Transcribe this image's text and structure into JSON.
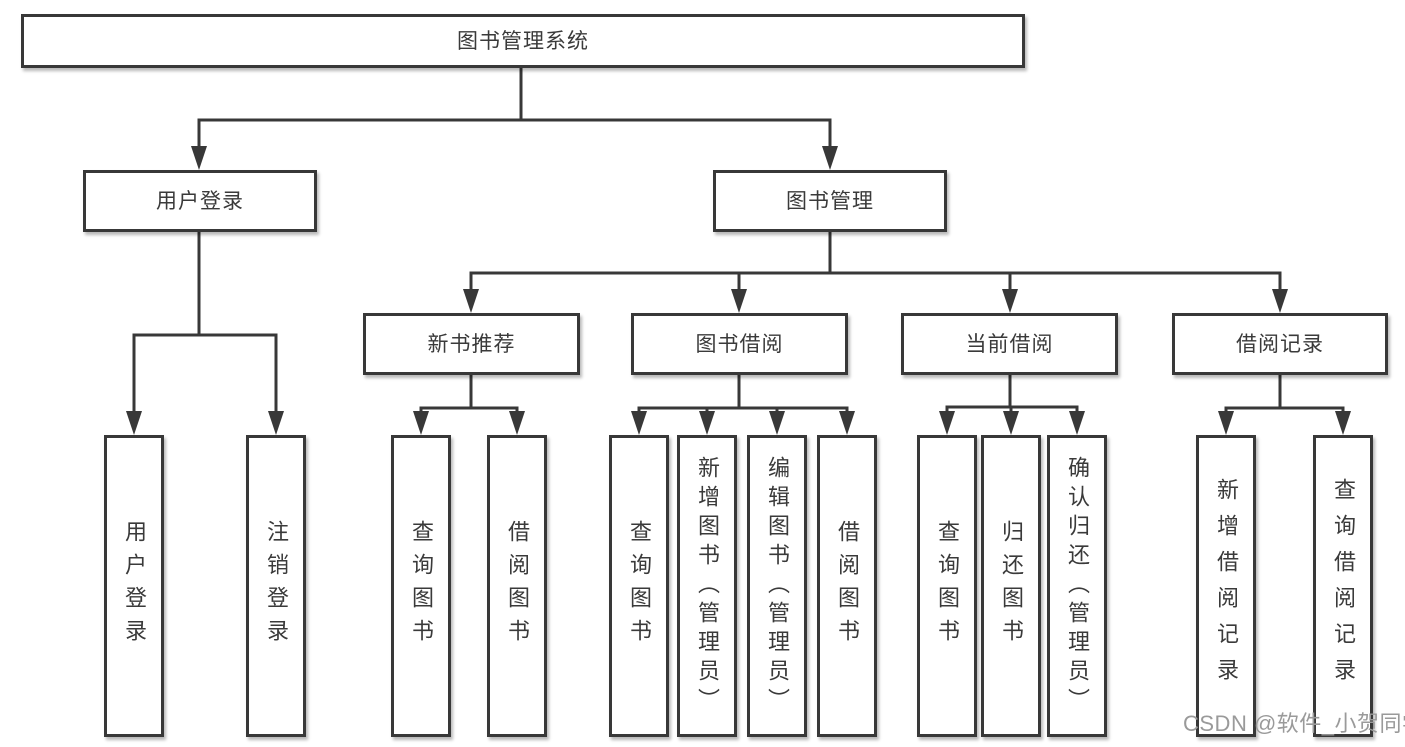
{
  "tree": {
    "root": {
      "label": "图书管理系统"
    },
    "branches": [
      {
        "label": "用户登录",
        "leaves": [
          {
            "label": "用户登录"
          },
          {
            "label": "注销登录"
          }
        ]
      },
      {
        "label": "图书管理",
        "sections": [
          {
            "label": "新书推荐",
            "leaves": [
              {
                "label": "查询图书"
              },
              {
                "label": "借阅图书"
              }
            ]
          },
          {
            "label": "图书借阅",
            "leaves": [
              {
                "label": "查询图书"
              },
              {
                "label": "新增图书（管理员）"
              },
              {
                "label": "编辑图书（管理员）"
              },
              {
                "label": "借阅图书"
              }
            ]
          },
          {
            "label": "当前借阅",
            "leaves": [
              {
                "label": "查询图书"
              },
              {
                "label": "归还图书"
              },
              {
                "label": "确认归还（管理员）"
              }
            ]
          },
          {
            "label": "借阅记录",
            "leaves": [
              {
                "label": "新增借阅记录"
              },
              {
                "label": "查询借阅记录"
              }
            ]
          }
        ]
      }
    ]
  },
  "watermark": {
    "text": "CSDN @软件_小贺同学"
  },
  "colors": {
    "line": "#383838",
    "box_border": "#383838",
    "text": "#3a3a3a",
    "watermark": "#9a9a9a",
    "background": "#ffffff"
  }
}
